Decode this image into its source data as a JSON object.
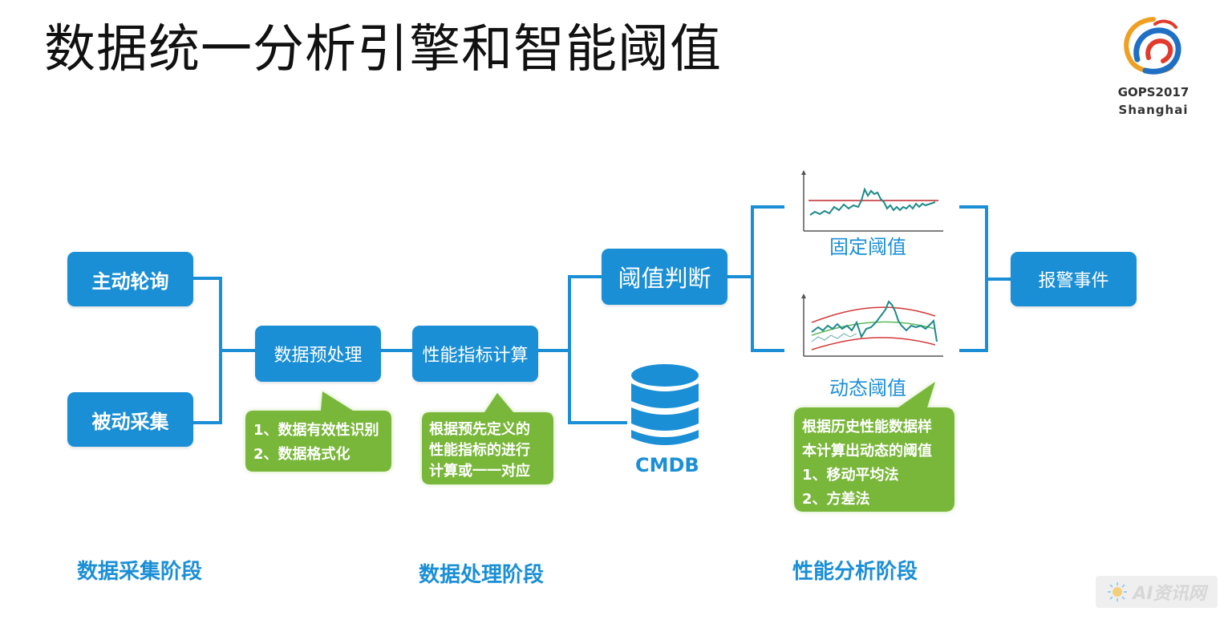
{
  "title": "数据统一分析引擎和智能阈值",
  "logo": {
    "line1": "GOPS2017",
    "line2": "Shanghai"
  },
  "colors": {
    "primary": "#1b8fd6",
    "callout": "#79b73a",
    "fixed_line": "#c0282b"
  },
  "boxes": {
    "active_poll": "主动轮询",
    "passive_collect": "被动采集",
    "preprocess": "数据预处理",
    "metric_calc": "性能指标计算",
    "threshold_judge": "阈值判断",
    "alert_event": "报警事件"
  },
  "callouts": {
    "preprocess": [
      "1、数据有效性识别",
      "2、数据格式化"
    ],
    "metric_calc": [
      "根据预先定义的",
      "性能指标的进行",
      "计算或一一对应"
    ],
    "dynamic": [
      "根据历史性能数据样",
      "本计算出动态的阈值",
      "1、移动平均法",
      "2、方差法"
    ]
  },
  "cmdb": {
    "label": "CMDB",
    "icon": "database-icon"
  },
  "charts": {
    "fixed_caption": "固定阈值",
    "dynamic_caption": "动态阈值"
  },
  "stages": {
    "collect": "数据采集阶段",
    "process": "数据处理阶段",
    "analyze": "性能分析阶段"
  },
  "watermark": "AI资讯网"
}
